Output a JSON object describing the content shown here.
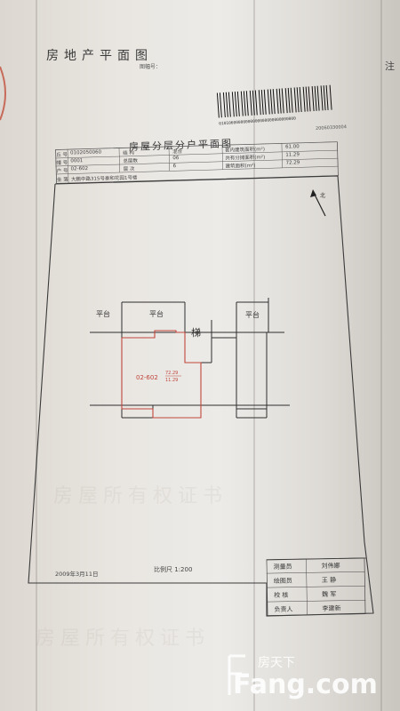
{
  "document": {
    "title": "房地产平面图",
    "drawing_no_label": "图幅号：",
    "side_note": "注",
    "barcode_number": "01010600000000000000000000000000",
    "serial": "20060330004",
    "subtitle": "房屋分层分户平面图"
  },
  "info_table": {
    "row1": {
      "k1": "丘 号",
      "v1": "0102050060",
      "k2": "结 构",
      "v2": "混合",
      "k3": "套内建筑面积(m²)",
      "v3": "61.00"
    },
    "row2": {
      "k1": "幢 号",
      "v1": "0001",
      "k2": "总层数",
      "v2": "06",
      "k3": "共有分摊面积(m²)",
      "v3": "11.29"
    },
    "row3": {
      "k1": "户 号",
      "v1": "02-602",
      "k2": "层 次",
      "v2": "6",
      "k3": "建筑面积(m²)",
      "v3": "72.29"
    },
    "row4": {
      "k1": "坐 落",
      "v1": "大鹏中路315号泰和花园1号楼"
    }
  },
  "plan": {
    "north": "北",
    "platform_left": "平台",
    "platform_mid": "平台",
    "platform_right": "平台",
    "stair": "梯",
    "unit_label": "02-602",
    "unit_area_top": "72.29",
    "unit_area_bottom": "11.29"
  },
  "footer": {
    "date": "2009年3月11日",
    "scale": "比例尺 1:200"
  },
  "signatures": {
    "rows": [
      {
        "role": "测量员",
        "name": "刘伟娜"
      },
      {
        "role": "绘图员",
        "name": "王 静"
      },
      {
        "role": "校 核",
        "name": "魏 军"
      },
      {
        "role": "负责人",
        "name": "李建新"
      }
    ]
  },
  "watermark": {
    "cn": "房天下",
    "en": "Fang.com"
  }
}
